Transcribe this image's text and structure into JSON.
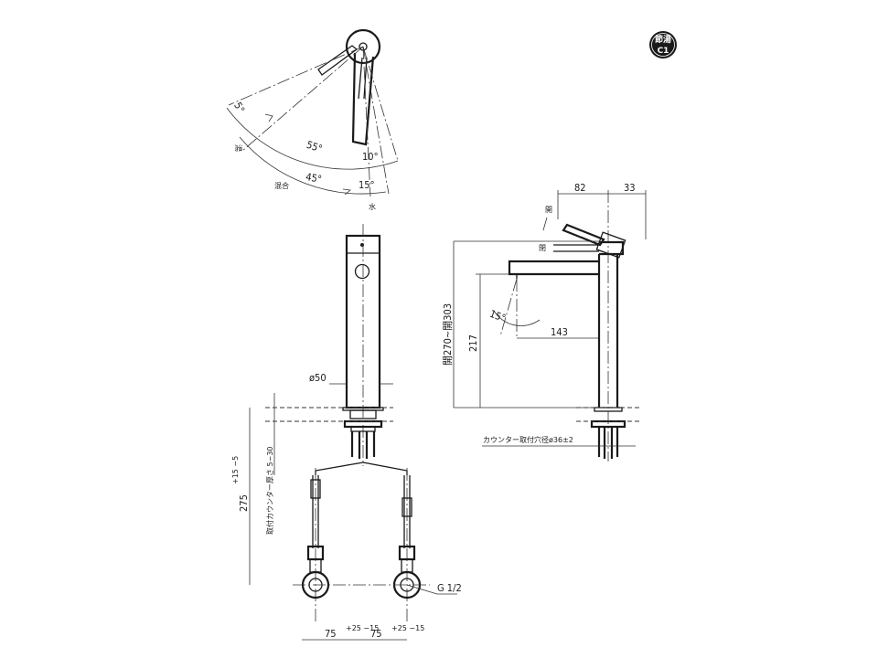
{
  "badge": {
    "line1": "節湯",
    "line2": "C1"
  },
  "top_view": {
    "angle_5": "5°",
    "label_hot": "湯",
    "angle_55": "55°",
    "angle_10": "10°",
    "label_mix": "混合",
    "angle_45": "45°",
    "angle_15": "15°",
    "label_water": "水"
  },
  "front_view": {
    "dia_50": "ø50",
    "install_thickness": "取付カウンター厚さ 5~30",
    "hose_length": "275",
    "hose_length_tol": "+15 −5",
    "dim_left": "75",
    "dim_right": "75",
    "dim_tol": "+25 −15",
    "thread": "G 1/2"
  },
  "side_view": {
    "dim_82": "82",
    "dim_33": "33",
    "label_open": "開",
    "label_close": "閉",
    "height_range": "開270~開303",
    "height_217": "217",
    "angle_15": "15°",
    "reach_143": "143",
    "counter_hole": "カウンター取付穴径ø36±2"
  }
}
